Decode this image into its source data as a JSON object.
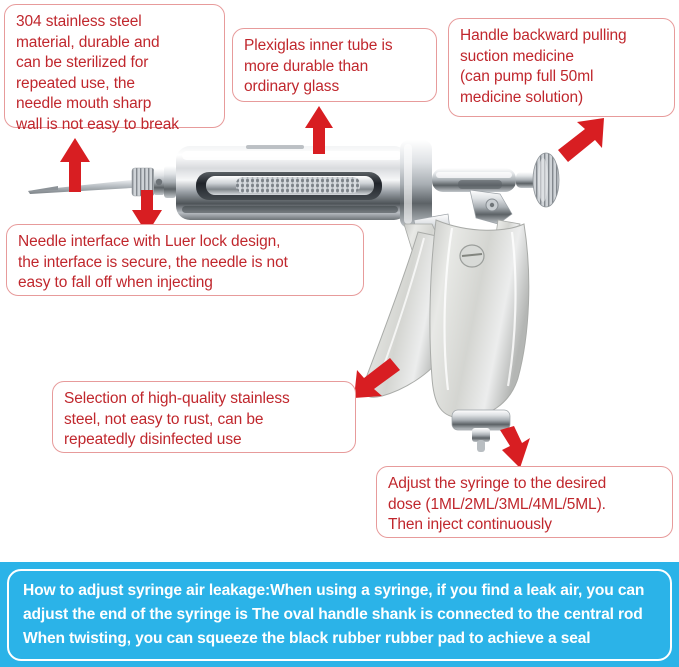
{
  "image": {
    "subject": "stainless steel continuous veterinary syringe with pistol grip",
    "accent_red": "#C0272D",
    "callout_border": "#E79B9B",
    "arrow_red": "#D81E22",
    "banner_blue": "#2BB3E8",
    "banner_text_color": "#FFFFFF",
    "background": "#FFFFFF"
  },
  "callouts": [
    {
      "id": "material",
      "text": "304 stainless steel\nmaterial, durable and\ncan be sterilized for\nrepeated use, the\nneedle mouth sharp\nwall is not easy to break"
    },
    {
      "id": "inner-tube",
      "text": "Plexiglas inner tube is\nmore durable than\nordinary glass"
    },
    {
      "id": "handle-suction",
      "text": "Handle backward pulling\nsuction medicine\n(can pump full 50ml\nmedicine solution)"
    },
    {
      "id": "luer-lock",
      "text": "Needle interface with Luer lock design,\nthe interface is secure, the needle is not\neasy to fall off when injecting"
    },
    {
      "id": "stainless-quality",
      "text": "Selection of high-quality stainless\nsteel, not easy to rust, can be\nrepeatedly disinfected use"
    },
    {
      "id": "dose-adjust",
      "text": "Adjust the syringe to the desired\ndose (1ML/2ML/3ML/4ML/5ML).\nThen inject continuously"
    }
  ],
  "arrows": [
    {
      "id": "needle-up",
      "direction": "up",
      "points_to": "needle tip"
    },
    {
      "id": "luer-down",
      "direction": "down",
      "points_to": "luer lock hub"
    },
    {
      "id": "inner-tube-up",
      "direction": "up",
      "points_to": "barrel inner tube"
    },
    {
      "id": "handle-upright",
      "direction": "up-right",
      "points_to": "rear pull handle knob"
    },
    {
      "id": "grip-downleft",
      "direction": "down-left",
      "points_to": "stainless steel grip"
    },
    {
      "id": "dose-down",
      "direction": "down",
      "points_to": "dose adjuster screw"
    }
  ],
  "banner": {
    "lines": [
      "How to adjust syringe air leakage:When using a syringe, if you find a leak air, you can",
      "adjust the end of the syringe is The oval handle shank is connected to the central rod",
      "When twisting, you can squeeze the black rubber rubber pad to achieve a seal"
    ]
  }
}
